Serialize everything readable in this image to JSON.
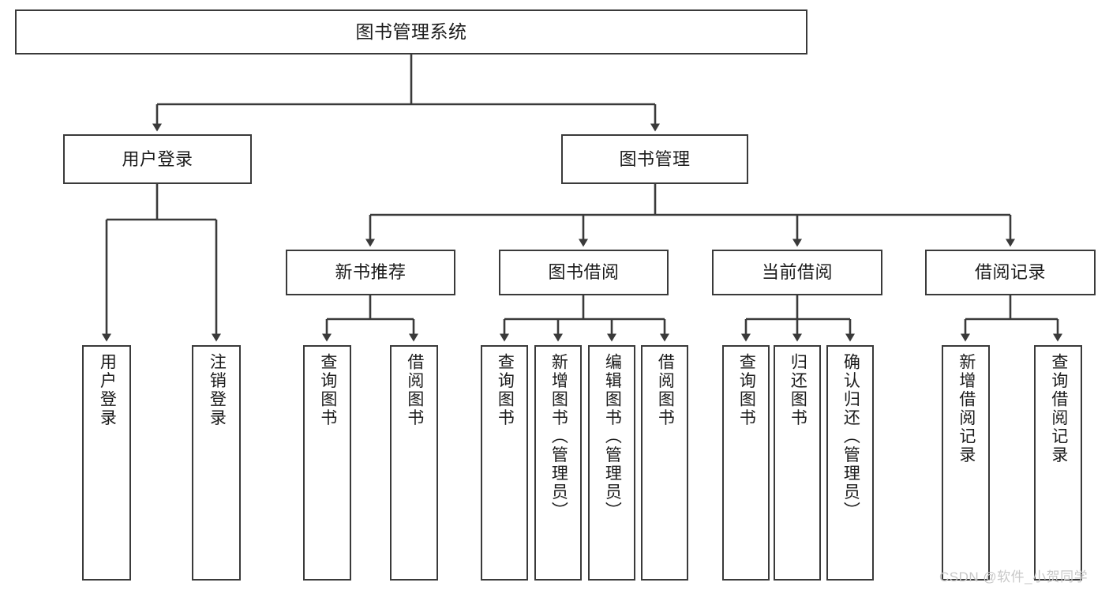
{
  "diagram": {
    "title": "图书管理系统",
    "type": "tree-hierarchy-chart",
    "line_color": "#3a3a3a",
    "box_fill": "#ffffff",
    "text_color": "#1b1b1b",
    "root": {
      "id": "root",
      "label": "图书管理系统"
    },
    "level1": [
      {
        "id": "user-login",
        "label": "用户登录"
      },
      {
        "id": "book-manage",
        "label": "图书管理"
      }
    ],
    "level2": [
      {
        "id": "new-book-rec",
        "label": "新书推荐",
        "parent": "book-manage"
      },
      {
        "id": "book-borrow",
        "label": "图书借阅",
        "parent": "book-manage"
      },
      {
        "id": "current-borrow",
        "label": "当前借阅",
        "parent": "book-manage"
      },
      {
        "id": "borrow-record",
        "label": "借阅记录",
        "parent": "book-manage"
      }
    ],
    "leaves": [
      {
        "id": "leaf-user-login",
        "label": "用户登录",
        "parent": "user-login"
      },
      {
        "id": "leaf-logout",
        "label": "注销登录",
        "parent": "user-login"
      },
      {
        "id": "leaf-query-book-1",
        "label": "查询图书",
        "parent": "new-book-rec"
      },
      {
        "id": "leaf-borrow-book-1",
        "label": "借阅图书",
        "parent": "new-book-rec"
      },
      {
        "id": "leaf-query-book-2",
        "label": "查询图书",
        "parent": "book-borrow"
      },
      {
        "id": "leaf-add-book",
        "label": "新增图书（管理员）",
        "parent": "book-borrow"
      },
      {
        "id": "leaf-edit-book",
        "label": "编辑图书（管理员）",
        "parent": "book-borrow"
      },
      {
        "id": "leaf-borrow-book-2",
        "label": "借阅图书",
        "parent": "book-borrow"
      },
      {
        "id": "leaf-query-book-3",
        "label": "查询图书",
        "parent": "current-borrow"
      },
      {
        "id": "leaf-return-book",
        "label": "归还图书",
        "parent": "current-borrow"
      },
      {
        "id": "leaf-confirm-return",
        "label": "确认归还（管理员）",
        "parent": "current-borrow"
      },
      {
        "id": "leaf-add-record",
        "label": "新增借阅记录",
        "parent": "borrow-record"
      },
      {
        "id": "leaf-query-record",
        "label": "查询借阅记录",
        "parent": "borrow-record"
      }
    ]
  },
  "watermark": {
    "text": "CSDN @软件_小贺同学"
  }
}
